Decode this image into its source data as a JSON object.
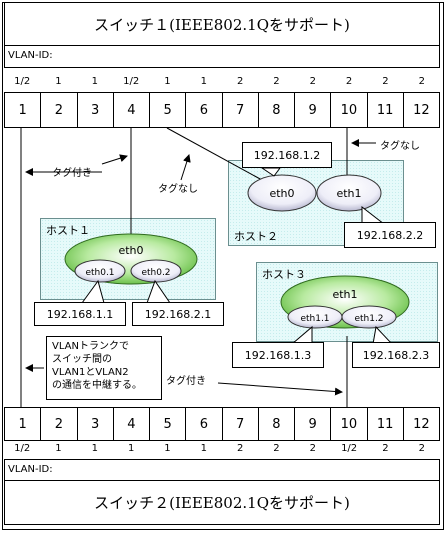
{
  "switch1": {
    "title": "スイッチ１(IEEE802.1Qをサポート)",
    "vlan_label": "VLAN-ID:",
    "vlan_ids": [
      "1/2",
      "1",
      "1",
      "1/2",
      "1",
      "1",
      "2",
      "2",
      "2",
      "2",
      "2",
      "2"
    ],
    "ports": [
      "1",
      "2",
      "3",
      "4",
      "5",
      "6",
      "7",
      "8",
      "9",
      "10",
      "11",
      "12"
    ]
  },
  "switch2": {
    "title": "スイッチ２(IEEE802.1Qをサポート)",
    "vlan_label": "VLAN-ID:",
    "vlan_ids": [
      "1/2",
      "1",
      "1",
      "1",
      "1",
      "1",
      "2",
      "2",
      "2",
      "1/2",
      "2",
      "2"
    ],
    "ports": [
      "1",
      "2",
      "3",
      "4",
      "5",
      "6",
      "7",
      "8",
      "9",
      "10",
      "11",
      "12"
    ]
  },
  "host1": {
    "label": "ホスト１",
    "parent_if": "eth0",
    "sub_ifs": [
      "eth0.1",
      "eth0.2"
    ],
    "ips": [
      "192.168.1.1",
      "192.168.2.1"
    ]
  },
  "host2": {
    "label": "ホスト２",
    "ifs": [
      "eth0",
      "eth1"
    ],
    "ips": [
      "192.168.1.2",
      "192.168.2.2"
    ]
  },
  "host3": {
    "label": "ホスト３",
    "parent_if": "eth1",
    "sub_ifs": [
      "eth1.1",
      "eth1.2"
    ],
    "ips": [
      "192.168.1.3",
      "192.168.2.3"
    ]
  },
  "annotations": {
    "tagged_1": "タグ付き",
    "untagged_1": "タグなし",
    "untagged_2": "タグなし",
    "tagged_2": "タグ付き",
    "trunk_note": [
      "VLANトランクで",
      "スイッチ間の",
      "VLAN1とVLAN2",
      "の通信を中継する。"
    ]
  },
  "colors": {
    "host_bg": "#e6fafa",
    "if_green": "#7fd05a",
    "if_white": "#e8e8f6"
  }
}
